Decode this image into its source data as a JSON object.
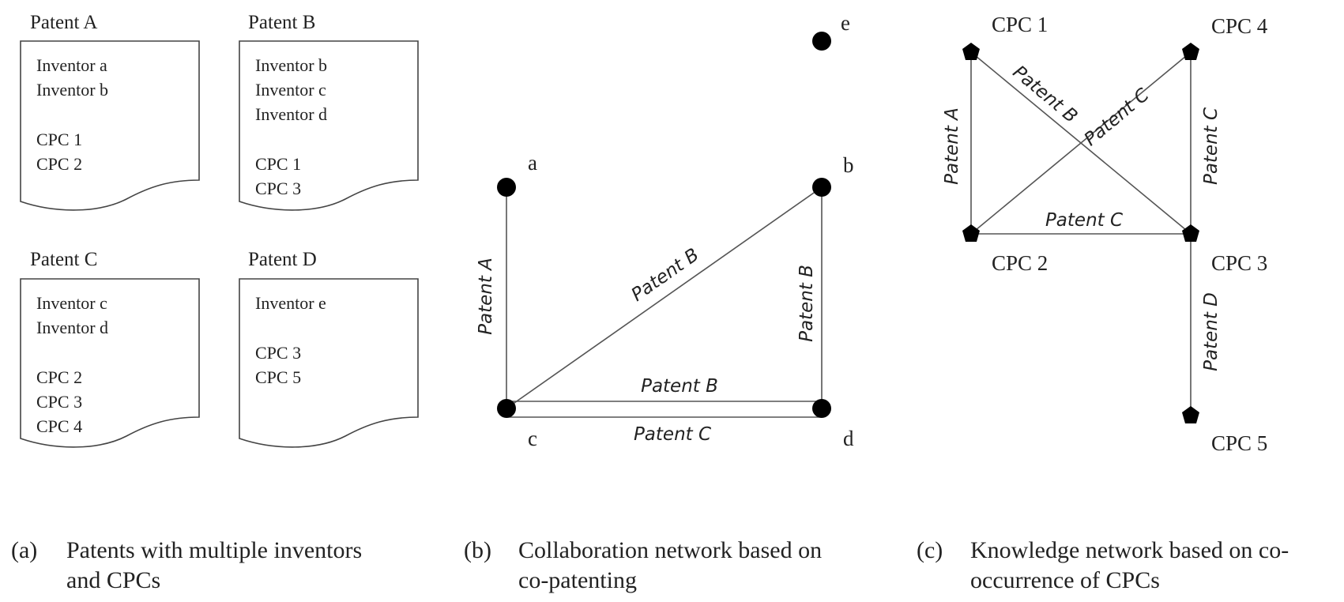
{
  "panel_a": {
    "documents": [
      {
        "title": "Patent A",
        "lines": [
          "Inventor a",
          "Inventor b",
          "",
          "CPC 1",
          "CPC 2"
        ]
      },
      {
        "title": "Patent B",
        "lines": [
          "Inventor b",
          "Inventor c",
          "Inventor d",
          "",
          "CPC 1",
          "CPC 3"
        ]
      },
      {
        "title": "Patent C",
        "lines": [
          "Inventor c",
          "Inventor d",
          "",
          "CPC 2",
          "CPC 3",
          "CPC 4"
        ]
      },
      {
        "title": "Patent D",
        "lines": [
          "Inventor e",
          "",
          "CPC 3",
          "CPC 5"
        ]
      }
    ],
    "caption_letter": "(a)",
    "caption_lines": [
      "Patents with multiple inventors",
      "and CPCs"
    ]
  },
  "panel_b": {
    "nodes": [
      "a",
      "b",
      "c",
      "d",
      "e"
    ],
    "edges": [
      {
        "from": "a",
        "to": "c",
        "label": "Patent A"
      },
      {
        "from": "b",
        "to": "c",
        "label": "Patent B"
      },
      {
        "from": "b",
        "to": "d",
        "label": "Patent B"
      },
      {
        "from": "c",
        "to": "d",
        "label": "Patent B"
      },
      {
        "from": "c",
        "to": "d",
        "label": "Patent C"
      }
    ],
    "caption_letter": "(b)",
    "caption_lines": [
      "Collaboration network based on",
      "co-patenting"
    ]
  },
  "panel_c": {
    "nodes": [
      "CPC 1",
      "CPC 2",
      "CPC 3",
      "CPC 4",
      "CPC 5"
    ],
    "edges": [
      {
        "from": "CPC 1",
        "to": "CPC 2",
        "label": "Patent A"
      },
      {
        "from": "CPC 1",
        "to": "CPC 3",
        "label": "Patent B"
      },
      {
        "from": "CPC 2",
        "to": "CPC 4",
        "label": "Patent C"
      },
      {
        "from": "CPC 3",
        "to": "CPC 4",
        "label": "Patent C"
      },
      {
        "from": "CPC 2",
        "to": "CPC 3",
        "label": "Patent C"
      },
      {
        "from": "CPC 3",
        "to": "CPC 5",
        "label": "Patent D"
      }
    ],
    "caption_letter": "(c)",
    "caption_lines": [
      "Knowledge network based on co-",
      "occurrence of CPCs"
    ]
  }
}
